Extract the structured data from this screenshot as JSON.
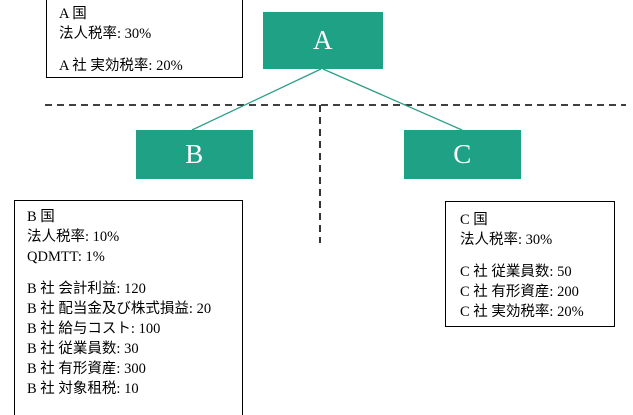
{
  "diagram": {
    "type": "corporate-group-structure",
    "colors": {
      "entity_fill": "#1FA186",
      "entity_text": "#ffffff",
      "connector": "#2E9E85",
      "divider": "#000000",
      "box_border": "#000000",
      "background": "#ffffff"
    },
    "entities": [
      {
        "id": "a",
        "label": "A"
      },
      {
        "id": "b",
        "label": "B"
      },
      {
        "id": "c",
        "label": "C"
      }
    ],
    "connectors": [
      {
        "from": "A",
        "to": "B"
      },
      {
        "from": "A",
        "to": "C"
      }
    ],
    "dividers": {
      "horizontal_border": "border-dashed-horizontal",
      "vertical_border": "border-dashed-vertical"
    }
  },
  "info_boxes": {
    "country_a": {
      "name": "A国",
      "lines_group_1": [
        "A 国",
        "法人税率: 30%"
      ],
      "lines_group_2": [
        "A 社 実効税率: 20%"
      ]
    },
    "country_b": {
      "name": "B国",
      "lines_group_1": [
        "B 国",
        "法人税率: 10%",
        "QDMTT: 1%"
      ],
      "lines_group_2": [
        "B 社 会計利益: 120",
        "B 社 配当金及び株式損益: 20",
        "B 社 給与コスト: 100",
        "B 社 従業員数: 30",
        "B 社 有形資産: 300",
        "B 社 対象租税: 10"
      ]
    },
    "country_c": {
      "name": "C国",
      "lines_group_1": [
        "C 国",
        "法人税率: 30%"
      ],
      "lines_group_2": [
        "C 社 従業員数: 50",
        "C 社 有形資産: 200",
        "C 社 実効税率: 20%"
      ]
    }
  }
}
